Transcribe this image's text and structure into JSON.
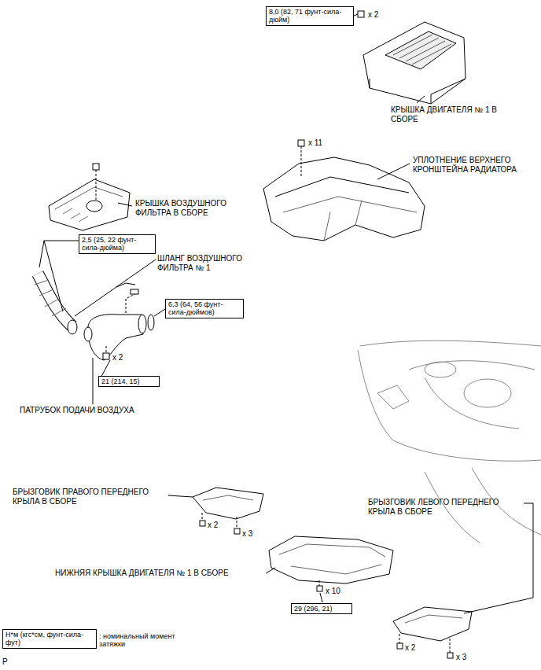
{
  "diagram": {
    "nodes": [
      {
        "text": [
          "8,0 (82, 71 фунт-сила-дюйм)"
        ]
      },
      {
        "text": [
          "2,5 (25, 22 фунт-сила-дюйма)"
        ]
      },
      {
        "text": [
          "6,3 (64, 56 фунт-сила-дюймов)"
        ]
      },
      {
        "text": [
          "21 (214, 15)"
        ]
      },
      {
        "text": [
          "29 (296, 21)"
        ]
      },
      {
        "text": [
          "Н*м (кгс*см, фунт-сила-фут)",
          ": номинальный момент затяжки"
        ]
      }
    ],
    "labels": [
      "x 2",
      "КРЫШКА ДВИГАТЕЛЯ № 1 В СБОРЕ",
      "x 11",
      "УПЛОТНЕНИЕ ВЕРХНЕГО КРОНШТЕЙНА РАДИАТОРА",
      "КРЫШКА ВОЗДУШНОГО ФИЛЬТРА В СБОРЕ",
      "ШЛАНГ ВОЗДУШНОГО ФИЛЬТРА № 1",
      "x 2",
      "ПАТРУБОК ПОДАЧИ ВОЗДУХА",
      "БРЫЗГОВИК ПРАВОГО ПЕРЕДНЕГО КРЫЛА В СБОРЕ",
      "x 2",
      "x 3",
      "БРЫЗГОВИК ЛЕВОГО ПЕРЕДНЕГО КРЫЛА В СБОРЕ",
      "НИЖНЯЯ КРЫШКА ДВИГАТЕЛЯ № 1 В СБОРЕ",
      "x 10",
      "x 2",
      "x 3",
      "P"
    ]
  }
}
